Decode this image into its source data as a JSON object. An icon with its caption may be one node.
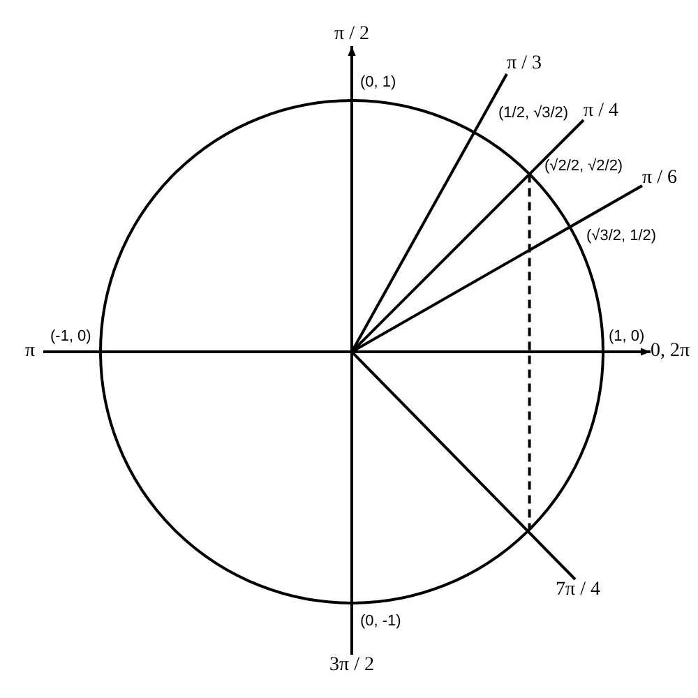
{
  "diagram": {
    "nodes": [
      {
        "text": [
          "π / 2"
        ]
      },
      {
        "text": [
          "π"
        ]
      },
      {
        "text": [
          "0, 2π"
        ]
      },
      {
        "text": [
          "3π / 2"
        ]
      },
      {
        "text": [
          "π / 3"
        ]
      },
      {
        "text": [
          "π / 4"
        ]
      },
      {
        "text": [
          "π / 6"
        ]
      },
      {
        "text": [
          "7π / 4"
        ]
      }
    ],
    "edges": [
      {
        "from": 1,
        "to": 2,
        "arrow": "to"
      },
      {
        "from": 3,
        "to": 0,
        "arrow": "to"
      },
      {
        "from": null,
        "to": 4,
        "arrow": "none"
      },
      {
        "from": null,
        "to": 5,
        "arrow": "none"
      },
      {
        "from": null,
        "to": 6,
        "arrow": "none"
      },
      {
        "from": null,
        "to": 7,
        "arrow": "none"
      }
    ],
    "labels": [
      "(0, 1)",
      "(1/2, √3/2)",
      "(√2/2, √2/2)",
      "(√3/2, 1/2)",
      "(-1, 0)",
      "(1, 0)",
      "(0, -1)"
    ]
  }
}
